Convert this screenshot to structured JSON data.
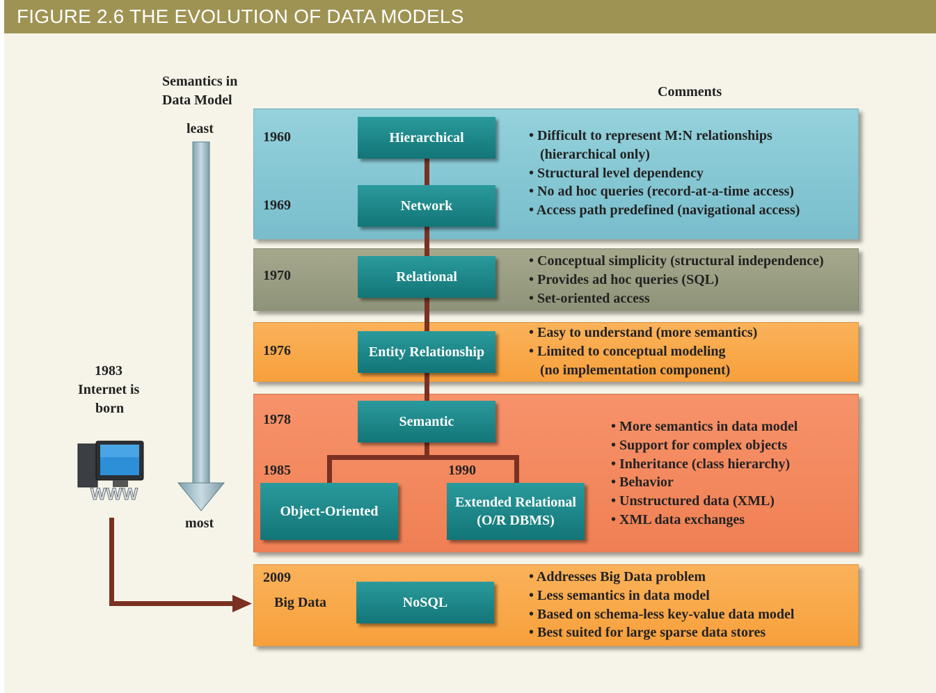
{
  "figure": {
    "title": "FIGURE 2.6  THE EVOLUTION OF DATA MODELS"
  },
  "semantics_axis": {
    "heading_line1": "Semantics in",
    "heading_line2": "Data Model",
    "top_label": "least",
    "bottom_label": "most"
  },
  "comments_heading": "Comments",
  "internet": {
    "year": "1983",
    "line1": "Internet is",
    "line2": "born",
    "icon_text": "WWW"
  },
  "eras": [
    {
      "years": [
        "1960",
        "1969"
      ],
      "models": [
        "Hierarchical",
        "Network"
      ],
      "comments": [
        "• Difficult to represent M:N relationships",
        "(hierarchical only)",
        "• Structural level dependency",
        "• No ad hoc queries (record-at-a-time access)",
        "• Access path predefined (navigational access)"
      ],
      "color": "#85c6d3"
    },
    {
      "years": [
        "1970"
      ],
      "models": [
        "Relational"
      ],
      "comments": [
        "• Conceptual simplicity (structural independence)",
        "• Provides ad hoc queries (SQL)",
        "• Set-oriented access"
      ],
      "color": "#9a9e82"
    },
    {
      "years": [
        "1976"
      ],
      "models": [
        "Entity Relationship"
      ],
      "comments": [
        "• Easy to understand (more semantics)",
        "• Limited to conceptual modeling",
        "(no implementation component)"
      ],
      "color": "#f9a94a"
    },
    {
      "years": [
        "1978",
        "1985",
        "1990"
      ],
      "models": [
        "Semantic",
        "Object-Oriented",
        "Extended Relational",
        "(O/R DBMS)"
      ],
      "comments": [
        "• More semantics in data model",
        "• Support for complex objects",
        "• Inheritance (class hierarchy)",
        "• Behavior",
        "• Unstructured data (XML)",
        "• XML data exchanges"
      ],
      "color": "#f3895e"
    },
    {
      "years": [
        "2009"
      ],
      "label": "Big Data",
      "models": [
        "NoSQL"
      ],
      "comments": [
        "• Addresses Big Data problem",
        "• Less semantics in data model",
        "• Based on schema-less key-value data model",
        "• Best suited for large sparse data stores"
      ],
      "color": "#f9a94a"
    }
  ]
}
